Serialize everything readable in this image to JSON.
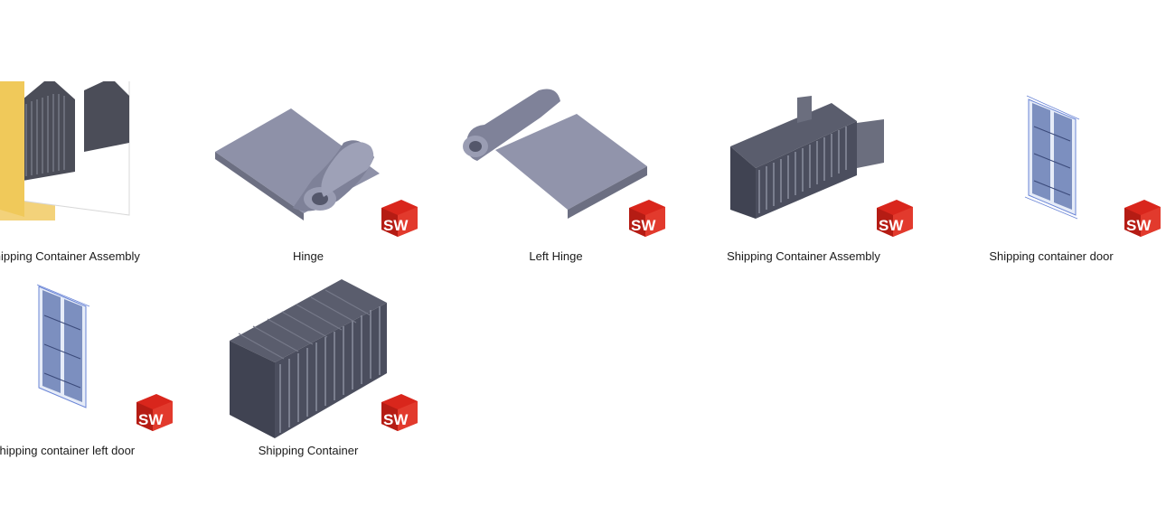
{
  "files": [
    {
      "label": "Shipping Container Assembly",
      "icon": "folder-with-preview-icon"
    },
    {
      "label": "Hinge",
      "icon": "hinge-part-icon"
    },
    {
      "label": "Left Hinge",
      "icon": "left-hinge-part-icon"
    },
    {
      "label": "Shipping Container Assembly",
      "icon": "container-assembly-icon"
    },
    {
      "label": "Shipping container door",
      "icon": "door-drawing-icon"
    },
    {
      "label": "Shipping container left door",
      "icon": "left-door-drawing-icon"
    },
    {
      "label": "Shipping Container",
      "icon": "container-part-icon"
    }
  ],
  "badge": {
    "text": "SW",
    "icon": "solidworks-icon",
    "color": "#d9261c"
  }
}
